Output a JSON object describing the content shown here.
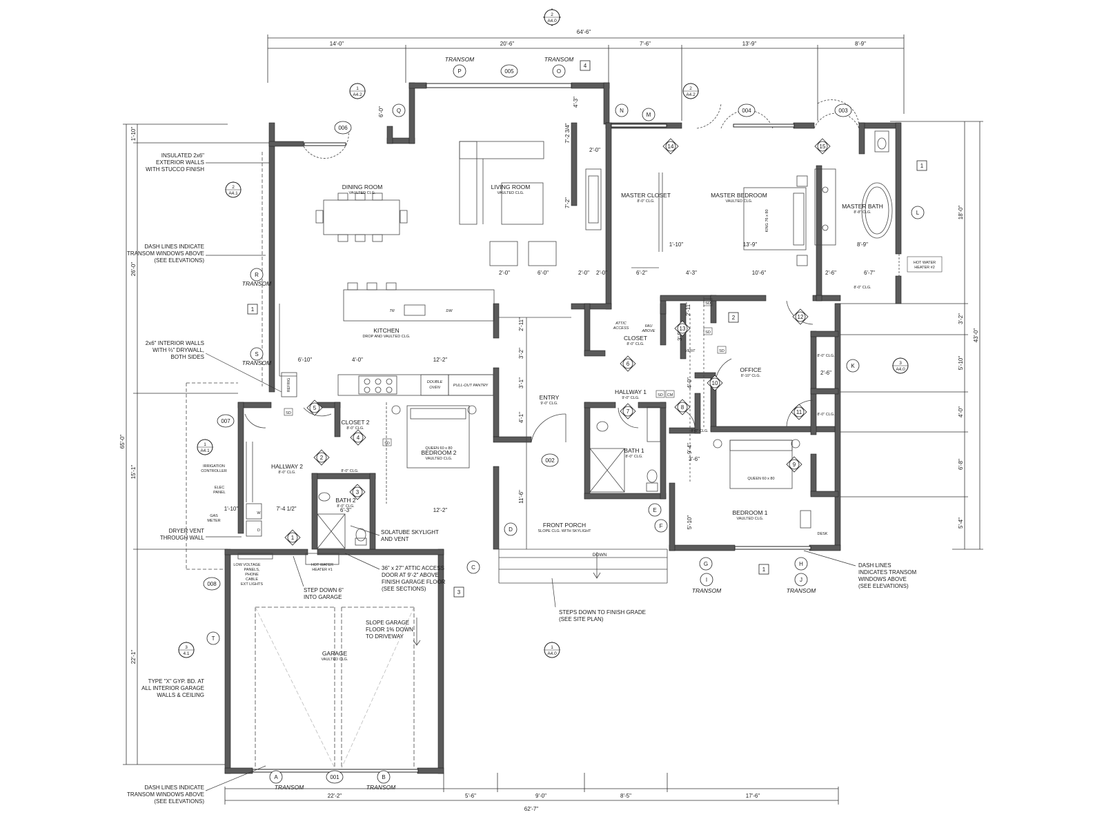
{
  "dimensions": {
    "overall_top": "64'-6\"",
    "top": [
      "14'-0\"",
      "20'-6\"",
      "7'-6\"",
      "13'-9\"",
      "8'-9\""
    ],
    "overall_bottom": "62'-7\"",
    "bottom": [
      "22'-2\"",
      "5'-6\"",
      "9'-0\"",
      "8'-5\"",
      "17'-6\""
    ],
    "overall_left": "65'-0\"",
    "left": [
      "1'-10\"",
      "26'-0\"",
      "15'-1\"",
      "22'-1\""
    ],
    "overall_right": "43'-0\"",
    "right": [
      "18'-0\"",
      "3'-2\"",
      "5'-10\"",
      "4'-0\"",
      "6'-8\"",
      "5'-4\""
    ],
    "interior": {
      "d_6_0": "6'-0\"",
      "d_4_3": "4'-3\"",
      "d_7_2_34": "7'-2 3/4\"",
      "d_2_0a": "2'-0\"",
      "d_7_2": "7'-2\"",
      "d_1_10": "1'-10\"",
      "d_13_9": "13'-9\"",
      "d_8_9": "8'-9\"",
      "d_2_0b": "2'-0\"",
      "d_6_0b": "6'-0\"",
      "d_2_0c": "2'-0\"",
      "d_2_0d": "2'-0\"",
      "d_6_2": "6'-2\"",
      "d_4_3b": "4'-3\"",
      "d_10_6": "10'-6\"",
      "d_2_6": "2'-6\"",
      "d_6_7": "6'-7\"",
      "d_2_11a": "2'-11\"",
      "d_3_2": "3'-2\"",
      "d_3_1": "3'-1\"",
      "d_4_1": "4'-1\"",
      "d_11_6": "11'-6\"",
      "d_6_10": "6'-10\"",
      "d_4_0": "4'-0\"",
      "d_12_2": "12'-2\"",
      "d_12_2b": "12'-2\"",
      "d_6_3": "6'-3\"",
      "d_7_4_12": "7'-4 1/2\"",
      "d_1_10b": "1'-10\"",
      "d_2_11b": "2'-11\"",
      "d_3_5": "3'-5\"",
      "d_4_0b": "4'-0\"",
      "d_9_4": "9'-4\"",
      "d_3_6": "3'-6\"",
      "d_5_10": "5'-10\"",
      "d_2_6b": "2'-6\""
    }
  },
  "rooms": {
    "dining": {
      "name": "DINING ROOM",
      "clg": "VAULTED CLG."
    },
    "living": {
      "name": "LIVING ROOM",
      "clg": "VAULTED  CLG."
    },
    "master_closet": {
      "name": "MASTER CLOSET",
      "clg": "8'-0\" CLG."
    },
    "master_bedroom": {
      "name": "MASTER BEDROOM",
      "clg": "VAULTED CLG."
    },
    "master_bath": {
      "name": "MASTER BATH",
      "clg": "8'-8\" CLG."
    },
    "kitchen": {
      "name": "KITCHEN",
      "clg": "DROP AND VAULTED  CLG."
    },
    "closet": {
      "name": "CLOSET",
      "clg": "8'-0\" CLG."
    },
    "hallway1": {
      "name": "HALLWAY 1",
      "clg": "9'-0\" CLG."
    },
    "office": {
      "name": "OFFICE",
      "clg": "8'-10\" CLG."
    },
    "entry": {
      "name": "ENTRY",
      "clg": "9'-0\" CLG."
    },
    "closet2": {
      "name": "CLOSET 2",
      "clg": "8'-0\" CLG."
    },
    "bedroom2": {
      "name": "BEDROOM 2",
      "clg": "VAULTED CLG."
    },
    "hallway2": {
      "name": "HALLWAY 2",
      "clg": "8'-0\" CLG."
    },
    "bath2": {
      "name": "BATH 2",
      "clg": "8'-0\" CLG."
    },
    "bath1": {
      "name": "BATH 1",
      "clg": "8'-0\" CLG."
    },
    "bedroom1": {
      "name": "BEDROOM 1",
      "clg": "VAULTED CLG."
    },
    "porch": {
      "name": "FRONT PORCH",
      "clg": "SLOPE CLG. WITH SKYLIGHT"
    },
    "garage": {
      "name": "GARAGE",
      "clg": "VAULTED CLG."
    }
  },
  "labels": {
    "king_bed": "KING 76 x 80",
    "queen_bed2": "QUEEN 60 x 80",
    "queen_bed1": "QUEEN 60 x 80",
    "hot_water_2": [
      "HOT WATER",
      "HEATER #2"
    ],
    "hot_water_1": [
      "HOT WATER",
      "HEATER #1"
    ],
    "attic_access": [
      "ATTIC",
      "ACCESS"
    ],
    "fau": [
      "FAU",
      "ABOVE"
    ],
    "vent": "VENT",
    "double_oven": [
      "DOUBLE",
      "OVEN"
    ],
    "pantry": "PULL-OUT PANTRY",
    "refrig": "REFRIG",
    "tr": "TR",
    "dw": "DW",
    "desk": "DESK",
    "down": "DOWN",
    "irrigation": [
      "IRRIGATION",
      "CONTROLLER"
    ],
    "elec": [
      "ELEC",
      "PANEL"
    ],
    "gas": [
      "GAS",
      "METER"
    ],
    "low_voltage": [
      "LOW  VOLTAGE",
      "PANELS,",
      "PHONE",
      "CABLE",
      "EXT LIGHTS"
    ],
    "w": "W",
    "d": "D",
    "sd": "SD",
    "cm": "CM",
    "clg_8_0a": "8'-0\" CLG.",
    "clg_8_0b": "8'-0\" CLG.",
    "clg_8_0c": "8'-0\" CLG.",
    "clg_8_0d": "8'-0\" CLG.",
    "clg_8_0e": "8'-0\" CLG."
  },
  "notes": {
    "exterior_walls": [
      "INSULATED 2x6\"",
      "EXTERIOR WALLS",
      "WITH STUCCO FINISH"
    ],
    "dash_left": [
      "DASH LINES INDICATE",
      "TRANSOM WINDOWS ABOVE",
      "(SEE ELEVATIONS)"
    ],
    "interior_walls": [
      "2x6\" INTERIOR WALLS",
      "WITH ⅔\" DRYWALL,",
      "BOTH SIDES"
    ],
    "dryer_vent": [
      "DRYER VENT",
      "THROUGH WALL"
    ],
    "gyp_bd": [
      "TYPE \"X\" GYP. BD. AT",
      "ALL INTERIOR GARAGE",
      "WALLS & CEILING"
    ],
    "dash_bottom_left": [
      "DASH LINES INDICATE",
      "TRANSOM WINDOWS ABOVE",
      "(SEE ELEVATIONS)"
    ],
    "solatube": [
      "SOLATUBE SKYLIGHT",
      "AND VENT"
    ],
    "step_down": [
      "STEP DOWN 6\"",
      "INTO GARAGE"
    ],
    "attic_door": [
      "36\" x 27\" ATTIC ACCESS",
      "DOOR AT 9'-2\" ABOVE",
      "FINISH GARAGE FLOOR",
      "(SEE SECTIONS)"
    ],
    "slope_garage": [
      "SLOPE GARAGE",
      "FLOOR 1% DOWN",
      "TO DRIVEWAY"
    ],
    "steps_grade": [
      "STEPS DOWN TO FINISH GRADE",
      "(SEE SITE PLAN)"
    ],
    "dash_right": [
      "DASH LINES",
      "INDICATES TRANSOM",
      "WINDOWS ABOVE",
      "(SEE ELEVATIONS)"
    ]
  },
  "transom": "TRANSOM",
  "window_tags": [
    "A",
    "B",
    "C",
    "D",
    "E",
    "F",
    "G",
    "H",
    "I",
    "J",
    "K",
    "L",
    "N",
    "M",
    "O",
    "P",
    "Q",
    "R",
    "S",
    "T"
  ],
  "door_tags": [
    "1",
    "2",
    "3",
    "4",
    "5",
    "6",
    "7",
    "8",
    "9",
    "10",
    "11",
    "12",
    "13",
    "14",
    "15"
  ],
  "door_numbers": [
    "001",
    "002",
    "003",
    "004",
    "005",
    "006",
    "007",
    "008"
  ],
  "keynotes": [
    "1",
    "2",
    "3",
    "4"
  ],
  "sections": {
    "sheet_a40": "A4.0",
    "sheet_a42": "A4.2",
    "sheet_a41": "A4.1",
    "sheet_41": "4.1",
    "n1": "1",
    "n2": "2",
    "n3": "3"
  }
}
